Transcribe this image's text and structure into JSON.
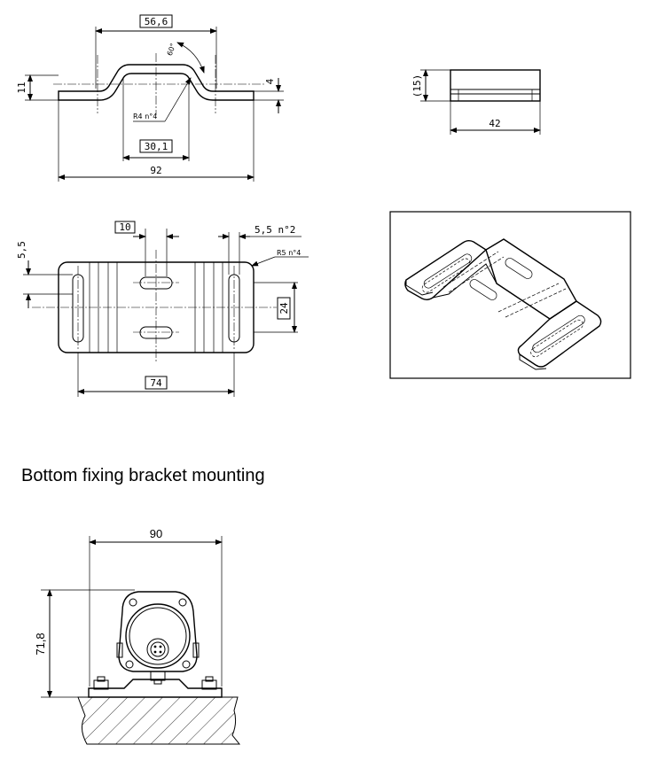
{
  "side_view": {
    "dim_top": "56,6",
    "dim_angle": "60°",
    "dim_left": "11",
    "dim_right": "4",
    "dim_radius": "R4 n°4",
    "dim_inner": "30,1",
    "dim_total": "92"
  },
  "end_view": {
    "dim_height": "(15)",
    "dim_width": "42"
  },
  "top_view": {
    "dim_slot": "10",
    "dim_hole": "5,5 n°2",
    "dim_radius": "R5 n°4",
    "dim_edge": "5,5",
    "dim_height": "24",
    "dim_span": "74"
  },
  "caption": "Bottom fixing bracket mounting",
  "mount_view": {
    "dim_width": "90",
    "dim_height": "71,8"
  }
}
